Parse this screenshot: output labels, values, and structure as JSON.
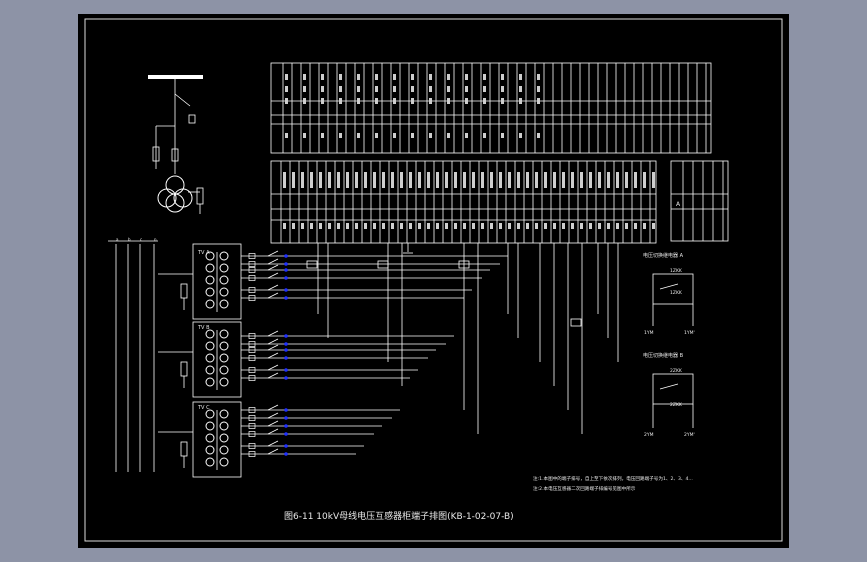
{
  "caption": "图6-11 10kV母线电压互感器柜端子排图(KB-1-02-07-B)",
  "notes": {
    "line1": "注:1.本图中的端子排号，自上至下依次排列，电压回路端子号为1、2、3、4...",
    "line2": "注:2.本电压互感器二次回路端子排编号见图中所示"
  },
  "pt_labels": [
    "TV A",
    "TV B",
    "TV C"
  ],
  "phase_labels": [
    "a",
    "b",
    "c",
    "n"
  ],
  "relay_groups": [
    {
      "title": "电压切换继电器 A",
      "top": "1ZKK",
      "mid": "1ZKK",
      "left": "1YM",
      "right": "1YM'"
    },
    {
      "title": "电压切换继电器 B",
      "top": "2ZKK",
      "mid": "2ZKK",
      "left": "2YM",
      "right": "2YM'"
    }
  ],
  "side_block": {
    "label": "A"
  },
  "colors": {
    "line": "#ffffff",
    "accent": "#2030ff",
    "frame": "#dcdcdc",
    "background": "#000000"
  }
}
